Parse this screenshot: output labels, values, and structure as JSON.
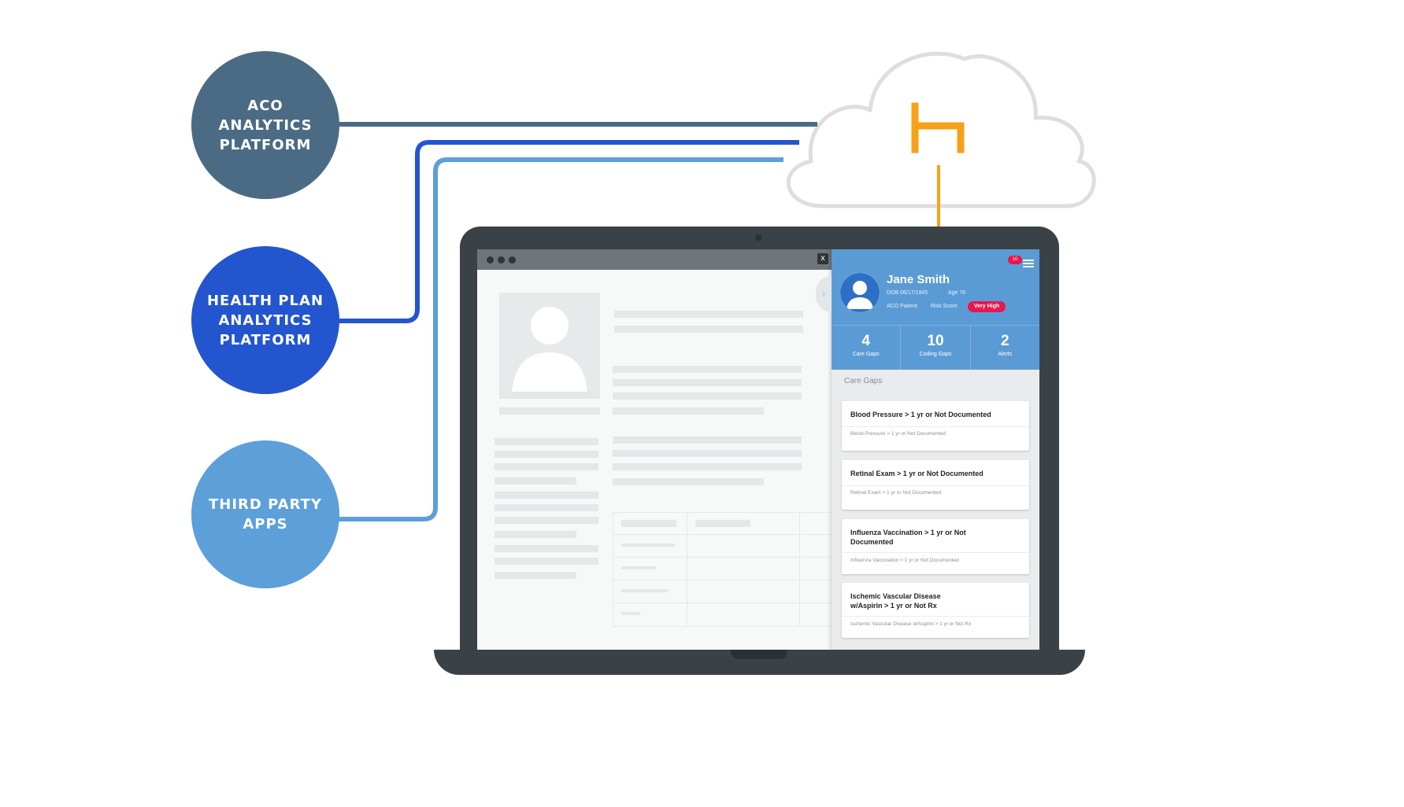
{
  "colors": {
    "aco": "#4b6b85",
    "health_plan": "#2355cf",
    "third_party": "#5c9fd9",
    "logo_orange": "#f7a11a",
    "cloud_outline": "#dedede",
    "laptop": "#3a4248",
    "panel_blue": "#5b9bd5",
    "alert_red": "#e8174c"
  },
  "nodes": [
    {
      "label": "ACO\nANALYTICS\nPLATFORM",
      "color": "#4b6b85"
    },
    {
      "label": "HEALTH PLAN\nANALYTICS\nPLATFORM",
      "color": "#2355cf"
    },
    {
      "label": "THIRD PARTY\nAPPS",
      "color": "#5c9fd9"
    }
  ],
  "cloud": {
    "logo_icon": "h-logo-icon"
  },
  "browser": {
    "close_label": "x"
  },
  "panel": {
    "notifications": "10",
    "patient_name": "Jane Smith",
    "dob": "DOB 06/17/1945",
    "age": "Age 76",
    "patient_type": "ACO Patient",
    "risk_label": "Risk Score",
    "risk_value": "Very High",
    "stats": [
      {
        "value": "4",
        "label": "Care Gaps"
      },
      {
        "value": "10",
        "label": "Coding Gaps"
      },
      {
        "value": "2",
        "label": "Alerts"
      }
    ],
    "section_title": "Care Gaps",
    "care_gaps": [
      {
        "title": "Blood Pressure > 1 yr or Not Documented",
        "subtitle": "Blood Pressure > 1 yr or Not Documented"
      },
      {
        "title": "Retinal Exam > 1 yr or Not Documented",
        "subtitle": "Retinal Exam > 1 yr or Not Documented"
      },
      {
        "title": "Influenza Vaccination > 1 yr or Not Documented",
        "subtitle": "Influenza Vaccination > 1 yr or Not Documented"
      },
      {
        "title": "Ischemic Vascular Disease w/Aspirin > 1 yr or Not Rx",
        "subtitle": "Ischemic Vascular Disease w/Aspirin > 1 yr or Not Rx"
      }
    ]
  }
}
